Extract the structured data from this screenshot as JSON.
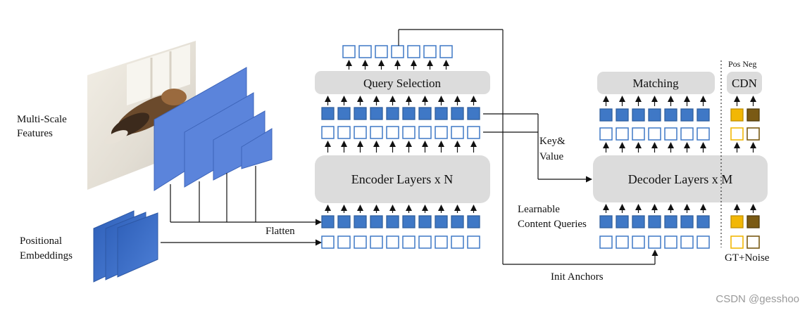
{
  "labels": {
    "multi_scale_line1": "Multi-Scale",
    "multi_scale_line2": "Features",
    "positional_line1": "Positional",
    "positional_line2": "Embeddings",
    "flatten": "Flatten",
    "query_selection": "Query Selection",
    "encoder_layers": "Encoder Layers x N",
    "key_value_line1": "Key&",
    "key_value_line2": "Value",
    "init_anchors": "Init Anchors",
    "matching": "Matching",
    "cdn": "CDN",
    "pos_neg": "Pos Neg",
    "decoder_layers": "Decoder Layers x M",
    "learnable_line1": "Learnable",
    "learnable_line2": "Content Queries",
    "gt_noise": "GT+Noise",
    "watermark": "CSDN @gesshoo"
  },
  "colors": {
    "feature_token": "#3f78c6",
    "positive_query": "#f2b705",
    "negative_query": "#7a5a14",
    "module_box": "#dcdcdc"
  }
}
